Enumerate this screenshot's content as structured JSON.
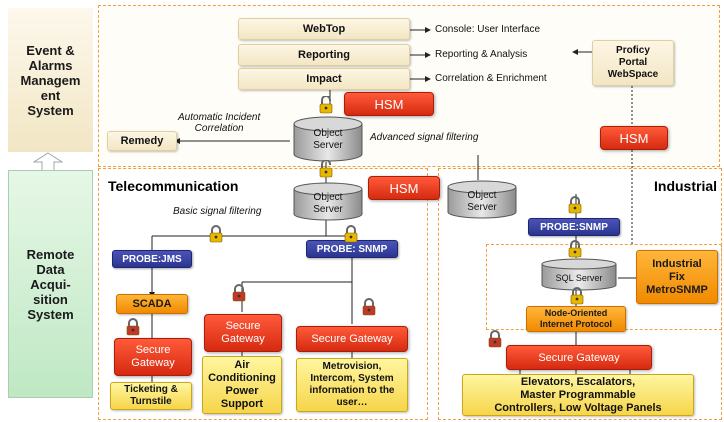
{
  "sidebar": {
    "event_system": "Event &\nAlarms\nManagem\nent\nSystem",
    "remote_system": "Remote\nData\nAcqui-\nsition\nSystem"
  },
  "top_layer": {
    "webtop": "WebTop",
    "reporting": "Reporting",
    "impact": "Impact",
    "webtop_desc": "Console: User Interface",
    "reporting_desc": "Reporting & Analysis",
    "impact_desc": "Correlation & Enrichment",
    "proficy": "Proficy\nPortal\nWebSpace",
    "hsm_center": "HSM",
    "hsm_right": "HSM",
    "auto_incident": "Automatic Incident\nCorrelation",
    "remedy": "Remedy",
    "object_server": "Object\nServer",
    "advanced_filtering": "Advanced signal filtering"
  },
  "telecom": {
    "title": "Telecommunication",
    "object_server": "Object\nServer",
    "hsm": "HSM",
    "basic_filtering": "Basic signal filtering",
    "probe_jms": "PROBE:JMS",
    "probe_snmp": "PROBE: SNMP",
    "scada": "SCADA",
    "secure_gateway_1": "Secure\nGateway",
    "secure_gateway_2": "Secure\nGateway",
    "secure_gateway_3": "Secure Gateway",
    "ticketing": "Ticketing &\nTurnstile",
    "air_conditioning": "Air\nConditioning\nPower\nSupport",
    "metrovision": "Metrovision,\nIntercom, System\ninformation to the\nuser…"
  },
  "industrial": {
    "title": "Industrial",
    "object_server": "Object\nServer",
    "probe_snmp": "PROBE:SNMP",
    "sql_server": "SQL Server",
    "node_oriented": "Node-Oriented\nInternet Protocol",
    "fix_snmp": "Industrial\nFix\nMetroSNMP",
    "secure_gateway": "Secure Gateway",
    "devices": "Elevators, Escalators,\nMaster Programmable\nControllers, Low Voltage Panels"
  },
  "icons": [
    "lock-icon-open",
    "lock-icon-closed",
    "cylinder-icon",
    "arrow-up-icon"
  ],
  "colors": {
    "accent_orange": "#f08a00",
    "accent_red": "#d62a10",
    "accent_blue": "#2b3590",
    "lock_gold": "#e8b800",
    "lock_red": "#c0392b",
    "border_dashed": "#f0a040"
  }
}
